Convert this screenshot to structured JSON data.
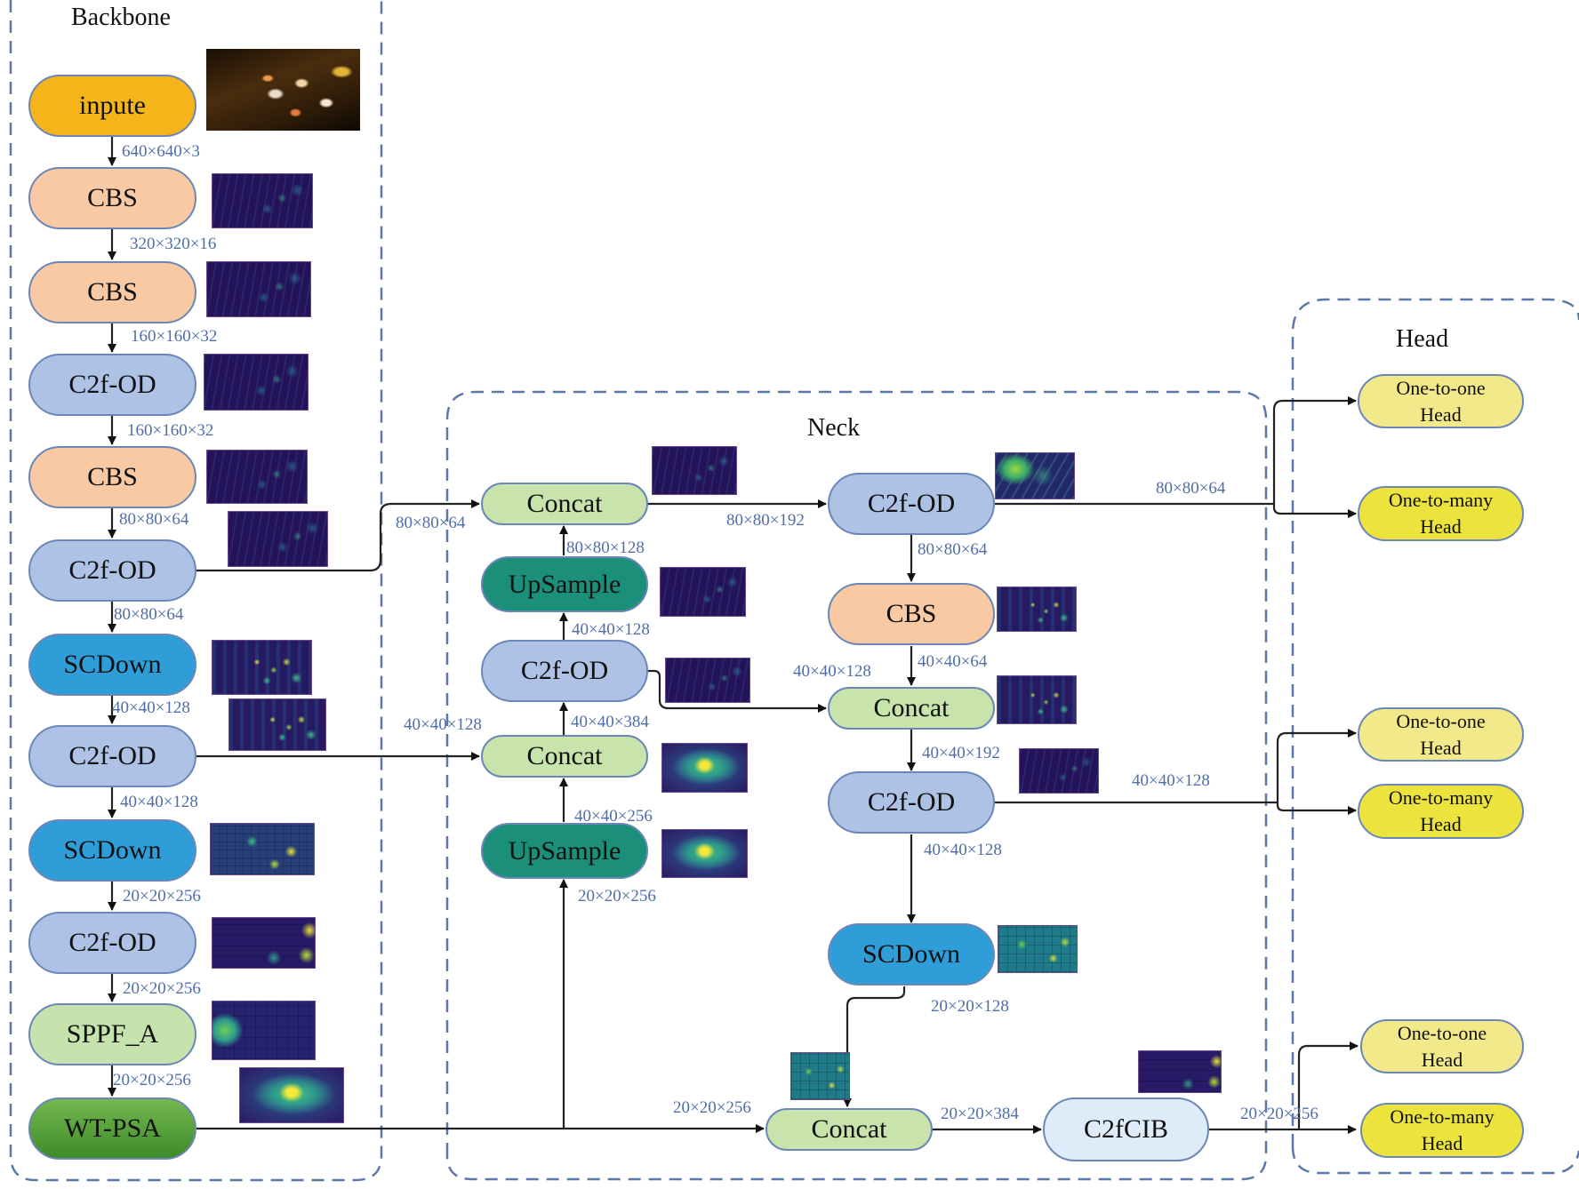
{
  "sections": {
    "backbone": "Backbone",
    "neck": "Neck",
    "head": "Head"
  },
  "backbone": {
    "nodes": [
      {
        "label": "inpute"
      },
      {
        "label": "CBS"
      },
      {
        "label": "CBS"
      },
      {
        "label": "C2f-OD"
      },
      {
        "label": "CBS"
      },
      {
        "label": "C2f-OD"
      },
      {
        "label": "SCDown"
      },
      {
        "label": "C2f-OD"
      },
      {
        "label": "SCDown"
      },
      {
        "label": "C2f-OD"
      },
      {
        "label": "SPPF_A"
      },
      {
        "label": "WT-PSA"
      }
    ],
    "dims": [
      "640×640×3",
      "320×320×16",
      "160×160×32",
      "160×160×32",
      "80×80×64",
      "80×80×64",
      "40×40×128",
      "40×40×128",
      "20×20×256",
      "20×20×256",
      "20×20×256"
    ]
  },
  "neck": {
    "nodes": {
      "concat_p3": "Concat",
      "upsample_p3": "UpSample",
      "c2f_p4_up": "C2f-OD",
      "concat_p4_up": "Concat",
      "upsample_p4": "UpSample",
      "c2f_p3_out": "C2f-OD",
      "cbs_down": "CBS",
      "concat_p4_down": "Concat",
      "c2f_p4_out": "C2f-OD",
      "scdown": "SCDown",
      "concat_p5": "Concat",
      "c2fcib": "C2fCIB"
    },
    "dims": {
      "bb_to_concat_p3": "80×80×64",
      "upsample_to_concat": "80×80×128",
      "c2f_to_upsample": "40×40×128",
      "concat_to_c2f": "40×40×384",
      "bb_to_concat_p4": "40×40×128",
      "upsample_to_concat_p4": "40×40×256",
      "wtpsa_to_upsample": "20×20×256",
      "concat_to_c2f_p3": "80×80×192",
      "c2f_p3_to_cbs": "80×80×64",
      "c2f_to_concat_down": "40×40×128",
      "cbs_to_concat": "40×40×64",
      "concat_to_c2f_p4": "40×40×192",
      "c2f_p4_to_scdown": "40×40×128",
      "scdown_to_concat": "20×20×128",
      "wtpsa_to_concat_p5": "20×20×256",
      "concat_to_c2fcib": "20×20×384"
    }
  },
  "head": {
    "outputs": [
      {
        "dim": "80×80×64",
        "one_to_one": "One-to-one Head",
        "one_to_many": "One-to-many Head"
      },
      {
        "dim": "40×40×128",
        "one_to_one": "One-to-one Head",
        "one_to_many": "One-to-many Head"
      },
      {
        "dim": "20×20×256",
        "one_to_one": "One-to-one Head",
        "one_to_many": "One-to-many Head"
      }
    ],
    "line1": "One-to-one",
    "line1b": "One-to-many",
    "line2": "Head"
  },
  "colors": {
    "dashed_border": "#5a78a8",
    "dim_text": "#4f6ea8",
    "input": "#f4b41a",
    "cbs": "#f8c9a2",
    "c2f_od": "#aec2e6",
    "scdown": "#2f9ed8",
    "sppf_a": "#c6e2ad",
    "wt_psa": "#4f9e35",
    "concat": "#c9e3ad",
    "upsample": "#1b8f7a",
    "c2fcib": "#ddecf8",
    "one_to_one_head": "#f2e98a",
    "one_to_many_head": "#ece43c"
  },
  "images": {
    "input_photo": "night traffic scene",
    "feature_maps": "feature-map heatmaps"
  }
}
